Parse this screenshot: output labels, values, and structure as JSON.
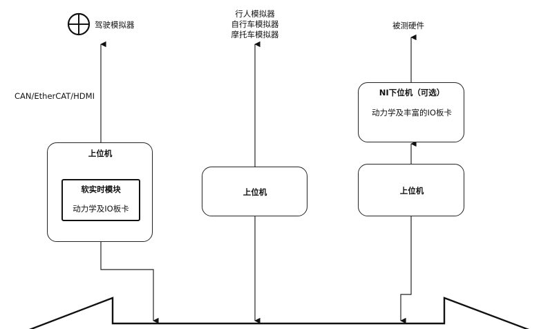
{
  "top_labels": {
    "driving_sim": "驾驶模拟器",
    "ped_sims": [
      "行人模拟器",
      "自行车模拟器",
      "摩托车模拟器"
    ],
    "dut": "被测硬件"
  },
  "link_label": "CAN/EtherCAT/HDMI",
  "left_host": {
    "title": "上位机",
    "inner_title": "软实时模块",
    "inner_desc": "动力学及IO板卡"
  },
  "middle_host": {
    "title": "上位机"
  },
  "right_host": {
    "title": "上位机"
  },
  "ni_box": {
    "title": "NI下位机（可选）",
    "desc": "动力学及丰富的IO板卡"
  },
  "icons": {
    "driving_sim_icon": "crosshair-circle"
  }
}
